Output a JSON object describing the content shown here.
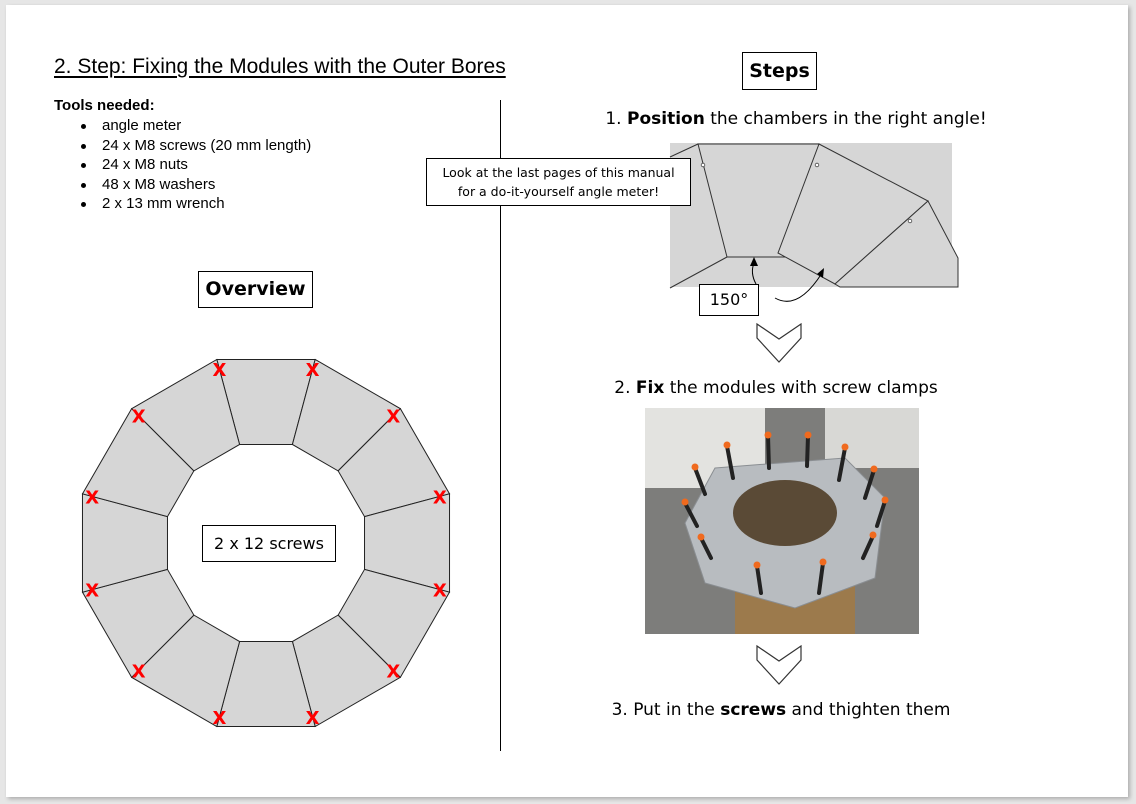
{
  "document": {
    "title": "2. Step: Fixing the Modules with the Outer Bores",
    "tools_heading": "Tools needed:",
    "tools": [
      "angle meter",
      "24 x M8 screws (20 mm length)",
      "24 x M8 nuts",
      "48 x M8 washers",
      "2 x 13 mm wrench"
    ],
    "overview_label": "Overview",
    "overview_center_label": "2 x 12 screws",
    "screw_marker": "X",
    "screw_marker_color": "#ff0000",
    "module_fill_color": "#d6d6d6",
    "steps_label": "Steps",
    "steps": [
      {
        "num": "1.",
        "bold": "Position",
        "pre": "",
        "rest": " the chambers in the right angle!"
      },
      {
        "num": "2.",
        "bold": "Fix",
        "pre": "",
        "rest": " the modules with screw clamps"
      },
      {
        "num": "3.",
        "pre": " Put in the ",
        "bold": "screws",
        "rest": " and thighten them"
      }
    ],
    "angle_note": {
      "line1": "Look at the last pages of this manual",
      "line2": "for a do-it-yourself angle meter!"
    },
    "angle_value": "150°"
  }
}
